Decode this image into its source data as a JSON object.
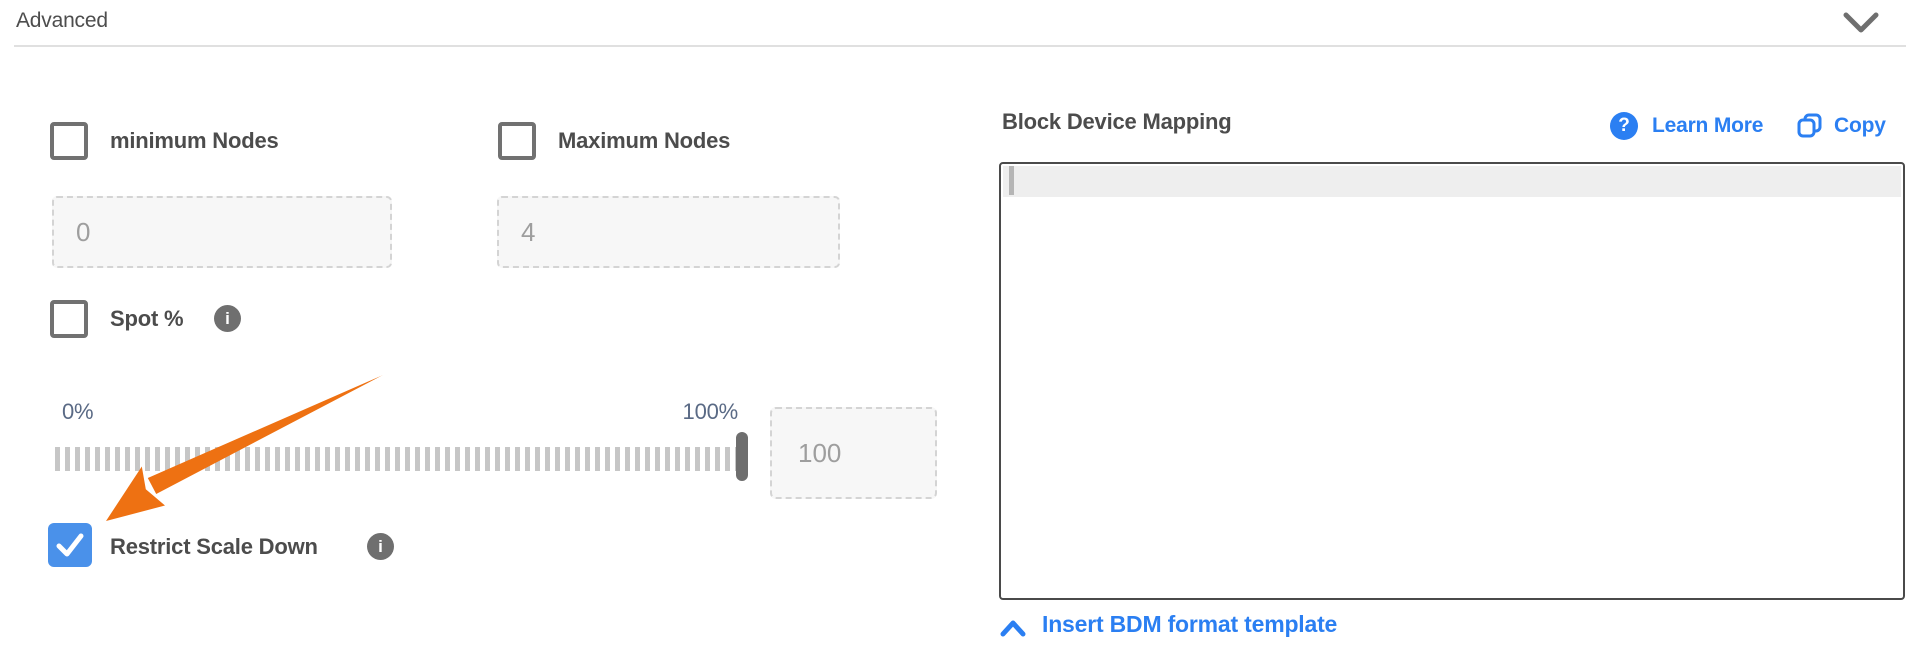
{
  "header": {
    "title": "Advanced",
    "expanded": true
  },
  "left": {
    "min_nodes": {
      "label": "minimum Nodes",
      "checked": false,
      "value": "0"
    },
    "max_nodes": {
      "label": "Maximum Nodes",
      "checked": false,
      "value": "4"
    },
    "spot": {
      "label": "Spot %",
      "checked": false
    },
    "slider": {
      "min_label": "0%",
      "max_label": "100%",
      "value": "100",
      "position_pct": 100
    },
    "restrict_scale_down": {
      "label": "Restrict Scale Down",
      "checked": true
    }
  },
  "right": {
    "title": "Block Device Mapping",
    "learn_more_label": "Learn More",
    "copy_label": "Copy",
    "editor_content": "",
    "insert_template_label": "Insert BDM format template"
  },
  "icons": {
    "header_chevron": "chevron-down",
    "learn_more": "question-circle",
    "copy": "copy",
    "insert": "chevron-up",
    "info": "i"
  },
  "colors": {
    "accent_blue": "#2b7ff2",
    "checkbox_checked_blue": "#4a91ea",
    "annotation_arrow_orange": "#ee7112",
    "label_gray": "#4c4c4c",
    "slider_label_blue_gray": "#5a6a85",
    "placeholder_gray": "#9e9e9e"
  }
}
